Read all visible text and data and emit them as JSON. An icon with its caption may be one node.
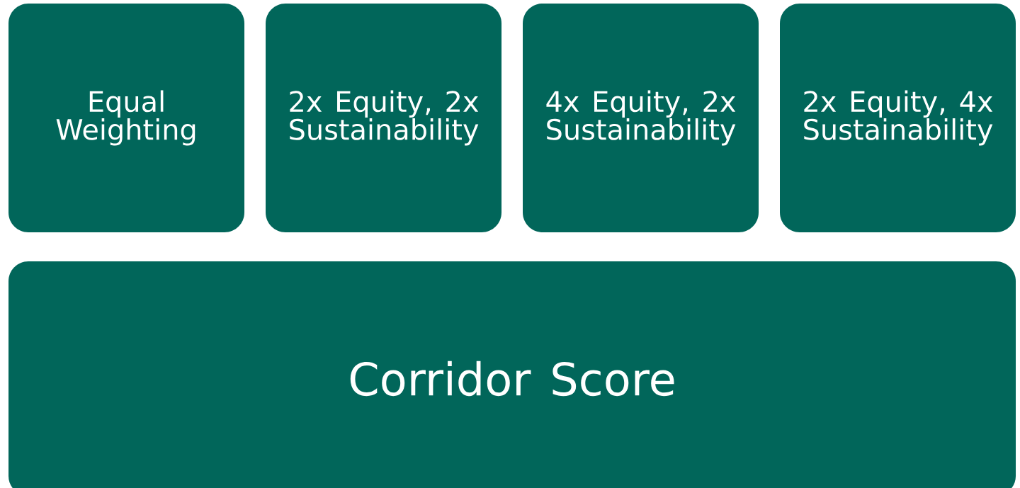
{
  "diagram": {
    "nodes": [
      {
        "text": [
          "Equal Weighting"
        ]
      },
      {
        "text": [
          "2x Equity, 2x Sustainability"
        ]
      },
      {
        "text": [
          "4x Equity, 2x Sustainability"
        ]
      },
      {
        "text": [
          "2x Equity, 4x Sustainability"
        ]
      },
      {
        "text": [
          "Corridor Score"
        ]
      }
    ]
  }
}
